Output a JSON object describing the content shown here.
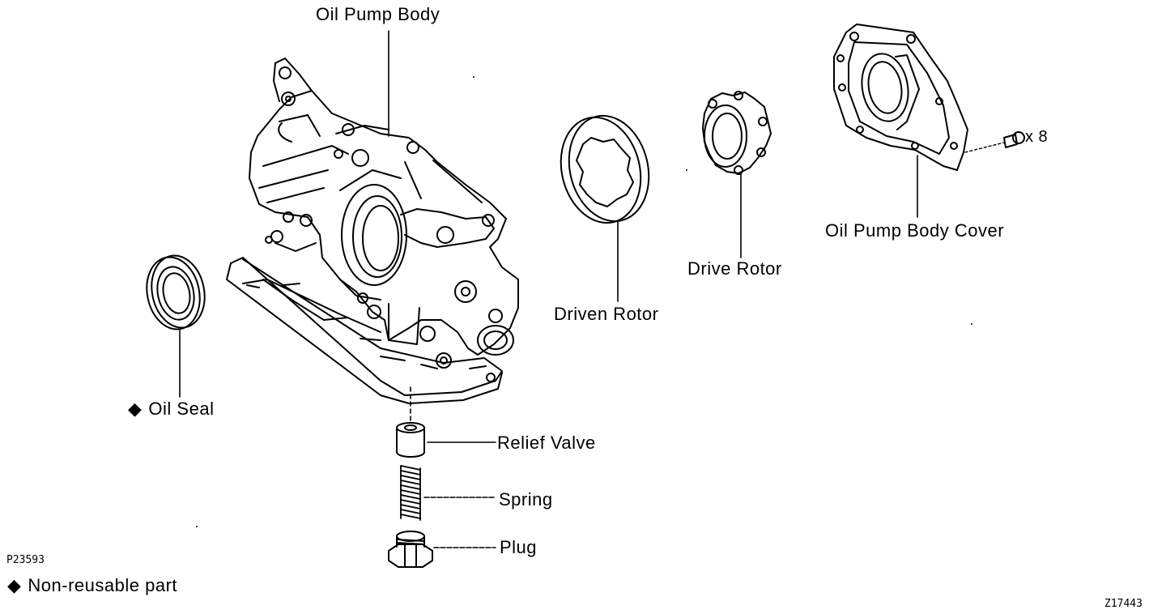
{
  "labels": {
    "oil_pump_body": "Oil Pump Body",
    "oil_pump_body_cover": "Oil Pump Body Cover",
    "bolt_count": "x 8",
    "driven_rotor": "Driven Rotor",
    "drive_rotor": "Drive Rotor",
    "oil_seal": "Oil Seal",
    "relief_valve": "Relief Valve",
    "spring": "Spring",
    "plug": "Plug"
  },
  "legend": {
    "symbol": "◆",
    "text": "Non-reusable part"
  },
  "codes": {
    "left": "P23593",
    "right": "Z17443"
  },
  "icons": {
    "non_reusable_marker": "diamond-icon"
  }
}
